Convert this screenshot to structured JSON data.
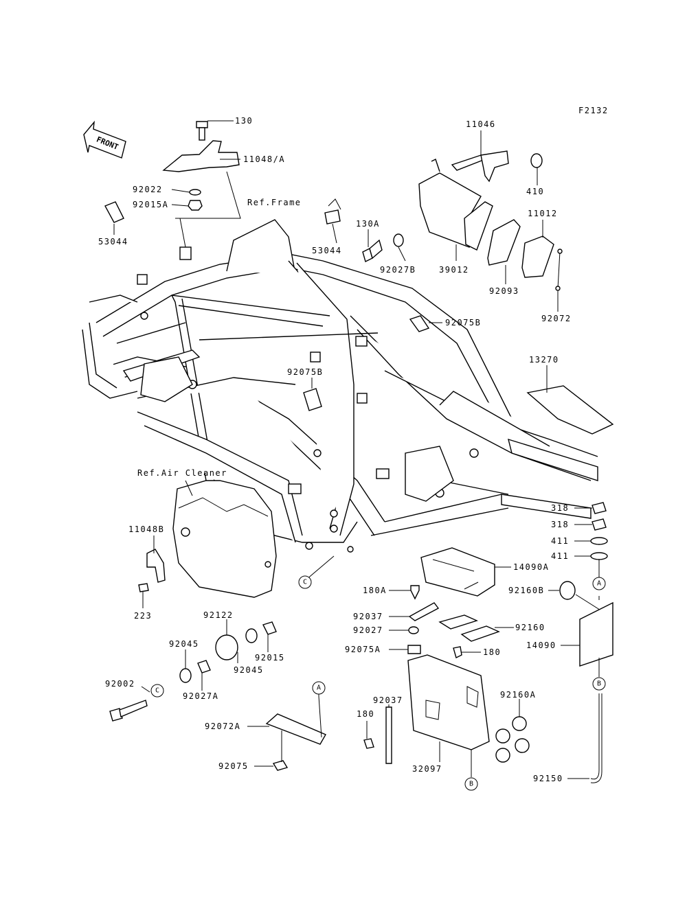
{
  "figure_code": "F2132",
  "front_marker": "FRONT",
  "reference_labels": {
    "frame": "Ref.Frame",
    "air_cleaner": "Ref.Air Cleaner"
  },
  "connector_letters": [
    "A",
    "B",
    "C"
  ],
  "part_labels": [
    {
      "id": "p130",
      "text": "130"
    },
    {
      "id": "p11048A",
      "text": "11048/A"
    },
    {
      "id": "p92022",
      "text": "92022"
    },
    {
      "id": "p92015A",
      "text": "92015A"
    },
    {
      "id": "p53044a",
      "text": "53044"
    },
    {
      "id": "p53044b",
      "text": "53044"
    },
    {
      "id": "p130A",
      "text": "130A"
    },
    {
      "id": "p92027B",
      "text": "92027B"
    },
    {
      "id": "p39012",
      "text": "39012"
    },
    {
      "id": "p11046",
      "text": "11046"
    },
    {
      "id": "p410",
      "text": "410"
    },
    {
      "id": "p11012",
      "text": "11012"
    },
    {
      "id": "p92093",
      "text": "92093"
    },
    {
      "id": "p92072",
      "text": "92072"
    },
    {
      "id": "p92075Ba",
      "text": "92075B"
    },
    {
      "id": "p92075Bb",
      "text": "92075B"
    },
    {
      "id": "p13270",
      "text": "13270"
    },
    {
      "id": "p11048B",
      "text": "11048B"
    },
    {
      "id": "p223",
      "text": "223"
    },
    {
      "id": "p318a",
      "text": "318"
    },
    {
      "id": "p318b",
      "text": "318"
    },
    {
      "id": "p411a",
      "text": "411"
    },
    {
      "id": "p411b",
      "text": "411"
    },
    {
      "id": "p14090A",
      "text": "14090A"
    },
    {
      "id": "p180A",
      "text": "180A"
    },
    {
      "id": "p92160B",
      "text": "92160B"
    },
    {
      "id": "p92037a",
      "text": "92037"
    },
    {
      "id": "p92027",
      "text": "92027"
    },
    {
      "id": "p92160",
      "text": "92160"
    },
    {
      "id": "p14090",
      "text": "14090"
    },
    {
      "id": "p92075A",
      "text": "92075A"
    },
    {
      "id": "p180a",
      "text": "180"
    },
    {
      "id": "p92122",
      "text": "92122"
    },
    {
      "id": "p92045a",
      "text": "92045"
    },
    {
      "id": "p92045b",
      "text": "92045"
    },
    {
      "id": "p92015",
      "text": "92015"
    },
    {
      "id": "p92002",
      "text": "92002"
    },
    {
      "id": "p92027A",
      "text": "92027A"
    },
    {
      "id": "p92037b",
      "text": "92037"
    },
    {
      "id": "p92160A",
      "text": "92160A"
    },
    {
      "id": "p180b",
      "text": "180"
    },
    {
      "id": "p92072A",
      "text": "92072A"
    },
    {
      "id": "p92075",
      "text": "92075"
    },
    {
      "id": "p32097",
      "text": "32097"
    },
    {
      "id": "p92150",
      "text": "92150"
    }
  ]
}
